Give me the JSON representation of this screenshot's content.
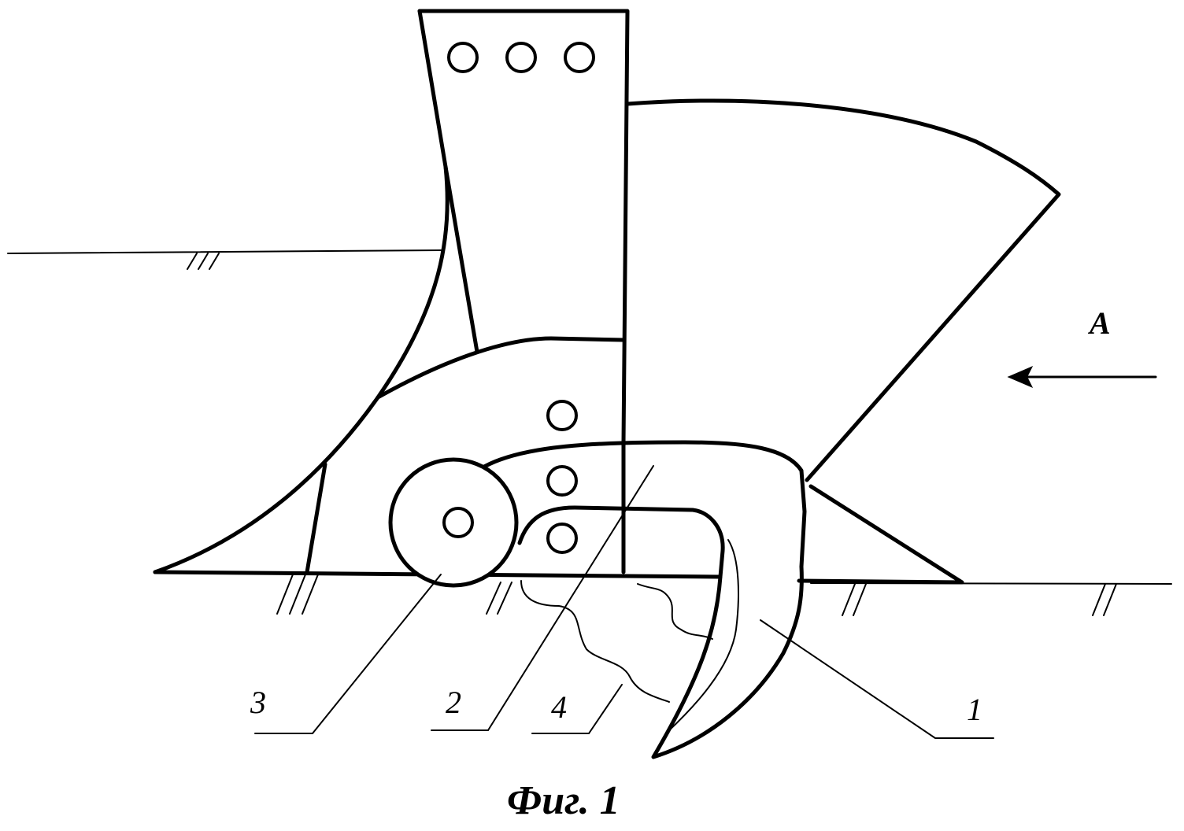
{
  "figure": {
    "caption": "Фиг. 1",
    "direction_label": "A",
    "part_labels": {
      "part1": "1",
      "part2": "2",
      "part3": "3",
      "part4": "4"
    }
  }
}
